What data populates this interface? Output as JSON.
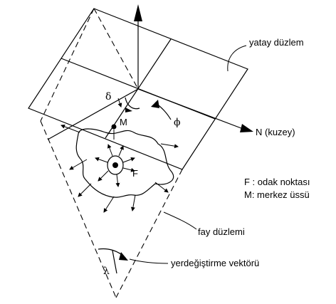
{
  "labels": {
    "horizontal_plane": "yatay düzlem",
    "north": "N (kuzey)",
    "fault_plane": "fay düzlemi",
    "slip_vector": "yerdeğiştirme vektörü",
    "epicenter_marker": "M",
    "focus_marker": "F",
    "delta": "δ",
    "phi": "ϕ",
    "lambda": "λ"
  },
  "legend": {
    "line1": "F : odak noktası",
    "line2": "M: merkez üssü"
  }
}
